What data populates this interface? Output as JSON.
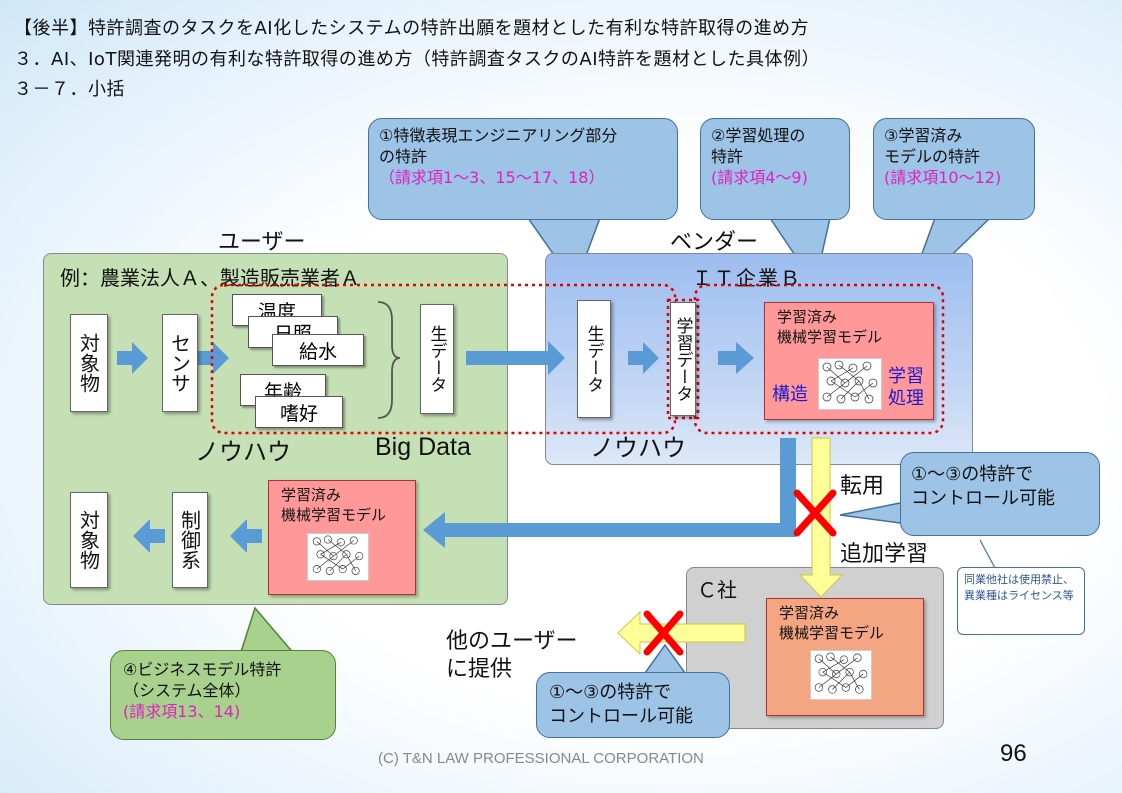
{
  "title": {
    "line1": "【後半】特許調査のタスクをAI化したシステムの特許出願を題材とした有利な特許取得の進め方",
    "line2": "３．AI、IoT関連発明の有利な特許取得の進め方（特許調査タスクのAI特許を題材とした具体例）",
    "line3": "３－７．小括"
  },
  "callouts": {
    "c1_line1": "①特徴表現エンジニアリング部分",
    "c1_line2": "の特許",
    "c1_claims": "（請求項1～3、15～17、18）",
    "c2_line1": "②学習処理の",
    "c2_line2": "特許",
    "c2_claims": "(請求項4～9)",
    "c3_line1": "③学習済み",
    "c3_line2": "モデルの特許",
    "c3_claims": "(請求項10～12)",
    "c4_line1": "①～③の特許で",
    "c4_line2": "コントロール可能",
    "c5_line1": "④ビジネスモデル特許",
    "c5_line2": "（システム全体）",
    "c5_claims": "(請求項13、14)",
    "c6_line1": "①～③の特許で",
    "c6_line2": "コントロール可能",
    "note": "同業他社は使用禁止、異業種はライセンス等"
  },
  "user": {
    "heading": "ユーザー",
    "example": "例：農業法人Ａ、製造販売業者Ａ",
    "object": "対象物",
    "sensor": "センサ",
    "items": [
      "温度",
      "日照",
      "給水",
      "年齢",
      "嗜好"
    ],
    "raw_data": "生データ",
    "knowhow": "ノウハウ",
    "big_data": "Big Data",
    "model": "学習済み機械学習モデル",
    "model_line1": "学習済み",
    "model_line2": "機械学習モデル",
    "control": "制御系",
    "object2": "対象物"
  },
  "vendor": {
    "heading": "ベンダー",
    "company": "ＩＴ企業Ｂ",
    "raw_data": "生データ",
    "train_data": "学習データ",
    "model_line1": "学習済み",
    "model_line2": "機械学習モデル",
    "structure": "構造",
    "learn_line1": "学習",
    "learn_line2": "処理",
    "knowhow": "ノウハウ"
  },
  "flow": {
    "transfer": "転用",
    "additional": "追加学習",
    "other_users_line1": "他のユーザー",
    "other_users_line2": "に提供"
  },
  "company_c": {
    "name": "Ｃ社",
    "model_line1": "学習済み",
    "model_line2": "機械学習モデル"
  },
  "footer": {
    "copyright": "(C) T&N LAW PROFESSIONAL CORPORATION",
    "page": "96"
  },
  "colors": {
    "user_panel": "#c5e0b4",
    "vendor_panel": "#b4cdf0",
    "companyc_panel": "#d0d0d0",
    "model_pink": "#ff9999",
    "model_orange": "#f4a582",
    "callout_blue": "#9dc3e6",
    "callout_green": "#a9d18e",
    "arrow_blue": "#5b9bd5",
    "arrow_yellow": "#ffff99",
    "claims_magenta": "#e020c0",
    "cross_red": "#ff0000"
  }
}
